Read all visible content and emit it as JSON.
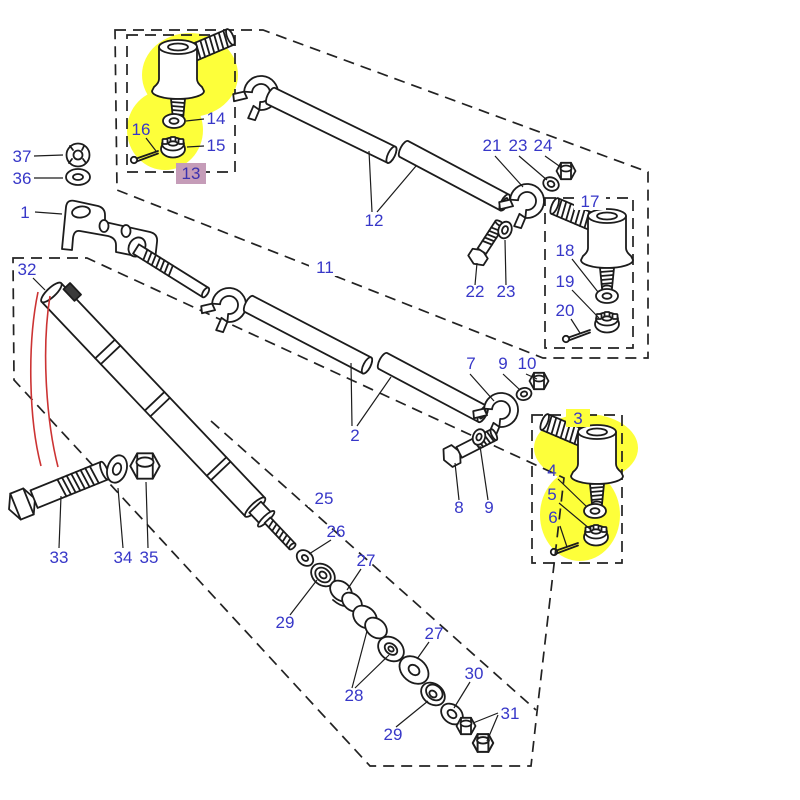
{
  "figure": {
    "kind": "exploded-parts-diagram",
    "background": "#ffffff",
    "line_color": "#1c1c1c",
    "label_color": "#3737c8",
    "highlight_color": "#fdff3a",
    "red_line_color": "#cc3333",
    "highlighted_callouts": [
      "13",
      "3"
    ],
    "tag13": {
      "bg": "#c59cb8",
      "border": "#8d7f96",
      "text_color": "#3c32ae"
    }
  },
  "callouts": [
    {
      "text": "37"
    },
    {
      "text": "36"
    },
    {
      "text": "1"
    },
    {
      "text": "32"
    },
    {
      "text": "33"
    },
    {
      "text": "34"
    },
    {
      "text": "35"
    },
    {
      "text": "16"
    },
    {
      "text": "14"
    },
    {
      "text": "15"
    },
    {
      "text": "13",
      "emphasis": "purple-tag"
    },
    {
      "text": "12"
    },
    {
      "text": "11",
      "on_outline": true
    },
    {
      "text": "2"
    },
    {
      "text": "21"
    },
    {
      "text": "23"
    },
    {
      "text": "24"
    },
    {
      "text": "22"
    },
    {
      "text": "23"
    },
    {
      "text": "17",
      "on_outline": true
    },
    {
      "text": "18"
    },
    {
      "text": "19"
    },
    {
      "text": "20"
    },
    {
      "text": "7"
    },
    {
      "text": "9"
    },
    {
      "text": "10"
    },
    {
      "text": "8"
    },
    {
      "text": "9"
    },
    {
      "text": "3",
      "on_outline": true,
      "highlighted": true
    },
    {
      "text": "4"
    },
    {
      "text": "5"
    },
    {
      "text": "6"
    },
    {
      "text": "25",
      "on_outline": true
    },
    {
      "text": "26"
    },
    {
      "text": "27"
    },
    {
      "text": "29"
    },
    {
      "text": "28"
    },
    {
      "text": "27"
    },
    {
      "text": "29"
    },
    {
      "text": "30"
    },
    {
      "text": "31"
    }
  ]
}
